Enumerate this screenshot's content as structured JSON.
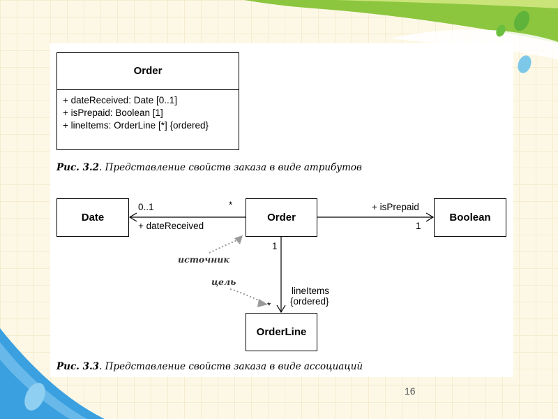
{
  "figure1": {
    "class_name": "Order",
    "attributes": [
      "+ dateReceived: Date  [0..1]",
      "+ isPrepaid: Boolean  [1]",
      "+ lineItems: OrderLine [*]  {ordered}"
    ],
    "caption_number": "Рис. 3.2",
    "caption_text": ". Представление свойств заказа в виде атрибутов"
  },
  "figure2": {
    "classes": {
      "date": "Date",
      "order": "Order",
      "boolean": "Boolean",
      "orderline": "OrderLine"
    },
    "labels": {
      "date_multiplicity": "0..1",
      "order_star_date": "*",
      "date_role": "+ dateReceived",
      "boolean_role": "+ isPrepaid",
      "boolean_multiplicity": "1",
      "order_multiplicity_lineitems": "1",
      "lineitems_role": "lineItems",
      "lineitems_constraint": "{ordered}",
      "orderline_star": "*"
    },
    "annotations": {
      "source": "источник",
      "target": "цель"
    },
    "caption_number": "Рис. 3.3",
    "caption_text": ". Представление свойств заказа в виде ассоциаций"
  },
  "page_number": "16",
  "colors": {
    "background": "#fdf8e6",
    "green_wave": "#8cc63f",
    "blue_wave": "#3aa0e0",
    "annotation_arrow": "#999999"
  }
}
